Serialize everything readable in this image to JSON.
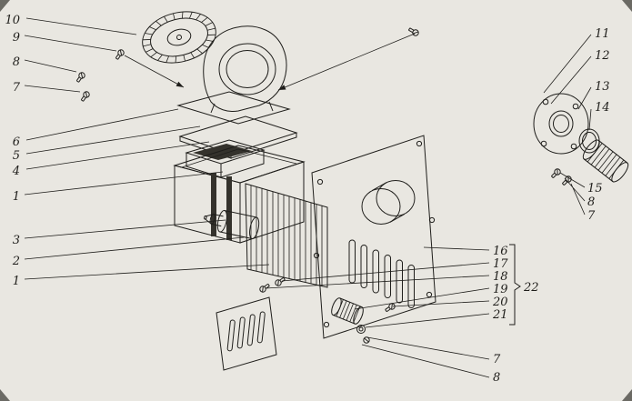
{
  "figure": {
    "type": "exploded-parts-diagram",
    "background": "#e9e7e1",
    "ink": "#1f1e1b"
  },
  "callouts": {
    "left": [
      {
        "text": "10"
      },
      {
        "text": "9"
      },
      {
        "text": "8"
      },
      {
        "text": "7"
      },
      {
        "text": "6"
      },
      {
        "text": "5"
      },
      {
        "text": "4"
      },
      {
        "text": "1"
      },
      {
        "text": "3"
      },
      {
        "text": "2"
      },
      {
        "text": "1"
      }
    ],
    "right_top": [
      {
        "text": "11"
      },
      {
        "text": "12"
      },
      {
        "text": "13"
      },
      {
        "text": "14"
      }
    ],
    "right_mid": [
      {
        "text": "15"
      },
      {
        "text": "8"
      },
      {
        "text": "7"
      }
    ],
    "right_group": {
      "items": [
        {
          "text": "16"
        },
        {
          "text": "17"
        },
        {
          "text": "18"
        },
        {
          "text": "19"
        },
        {
          "text": "20"
        },
        {
          "text": "21"
        }
      ],
      "bracket_label": "22"
    },
    "bottom_right": [
      {
        "text": "7"
      },
      {
        "text": "8"
      }
    ]
  }
}
